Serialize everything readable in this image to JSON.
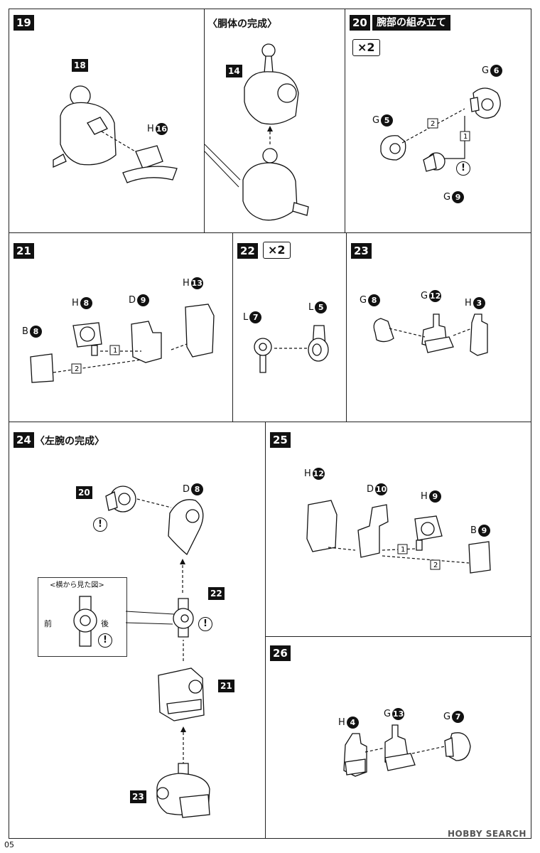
{
  "page_number": "05",
  "watermark": "HOBBY SEARCH",
  "steps": {
    "s19": {
      "num": "19",
      "sub_title": "〈胴体の完成〉",
      "ref_a": "18",
      "ref_b": "14",
      "parts": [
        {
          "letter": "H",
          "num": "16"
        }
      ]
    },
    "s20": {
      "num": "20",
      "title": "腕部の組み立て",
      "multiplier": "×2",
      "parts": [
        {
          "letter": "G",
          "num": "6"
        },
        {
          "letter": "G",
          "num": "5"
        },
        {
          "letter": "G",
          "num": "9"
        }
      ],
      "order": [
        "1",
        "2"
      ]
    },
    "s21": {
      "num": "21",
      "parts": [
        {
          "letter": "H",
          "num": "8"
        },
        {
          "letter": "D",
          "num": "9"
        },
        {
          "letter": "H",
          "num": "13"
        },
        {
          "letter": "B",
          "num": "8"
        }
      ],
      "order": [
        "1",
        "2"
      ]
    },
    "s22": {
      "num": "22",
      "multiplier": "×2",
      "parts": [
        {
          "letter": "L",
          "num": "7"
        },
        {
          "letter": "L",
          "num": "5"
        }
      ]
    },
    "s23": {
      "num": "23",
      "parts": [
        {
          "letter": "G",
          "num": "8"
        },
        {
          "letter": "G",
          "num": "12"
        },
        {
          "letter": "H",
          "num": "3"
        }
      ]
    },
    "s24": {
      "num": "24",
      "title": "〈左腕の完成〉",
      "refs": [
        "20",
        "22",
        "21",
        "23"
      ],
      "parts": [
        {
          "letter": "D",
          "num": "8"
        }
      ],
      "inset": {
        "title": "<横から見た図>",
        "front": "前",
        "back": "後"
      }
    },
    "s25": {
      "num": "25",
      "parts": [
        {
          "letter": "H",
          "num": "12"
        },
        {
          "letter": "D",
          "num": "10"
        },
        {
          "letter": "H",
          "num": "9"
        },
        {
          "letter": "B",
          "num": "9"
        }
      ],
      "order": [
        "1",
        "2"
      ]
    },
    "s26": {
      "num": "26",
      "parts": [
        {
          "letter": "H",
          "num": "4"
        },
        {
          "letter": "G",
          "num": "13"
        },
        {
          "letter": "G",
          "num": "7"
        }
      ]
    }
  },
  "warning_symbol": "!",
  "icons": [
    "warning-icon"
  ]
}
